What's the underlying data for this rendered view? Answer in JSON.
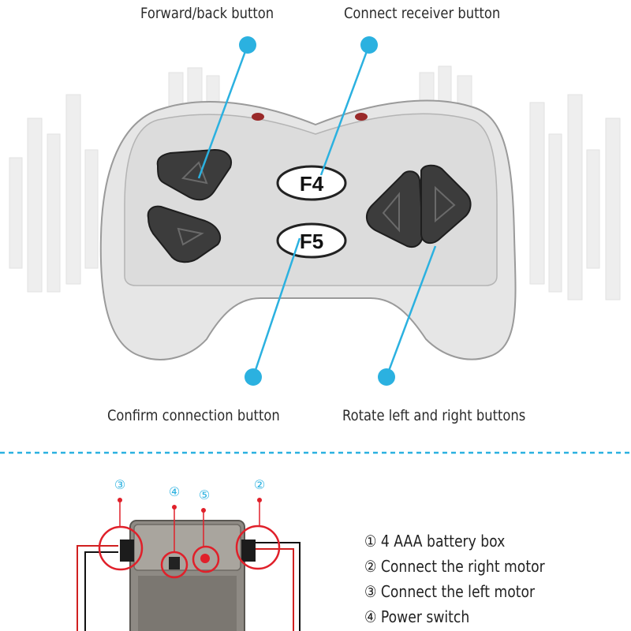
{
  "top_callouts": {
    "forward_back": "Forward/back button",
    "connect_receiver": "Connect receiver button",
    "confirm_connection": "Confirm connection button",
    "rotate": "Rotate left and right buttons"
  },
  "remote": {
    "f4_label": "F4",
    "f5_label": "F5"
  },
  "receiver_markers": {
    "m3": "③",
    "m4": "④",
    "m5": "⑤",
    "m2": "②"
  },
  "legend": [
    "① 4 AAA battery box",
    "② Connect the right motor",
    "③ Connect the left motor",
    "④ Power switch"
  ],
  "colors": {
    "accent": "#2bb1e0",
    "marker_red": "#e0202a",
    "controller_body": "#e8e8e8",
    "button_dark": "#3a3a3a"
  }
}
